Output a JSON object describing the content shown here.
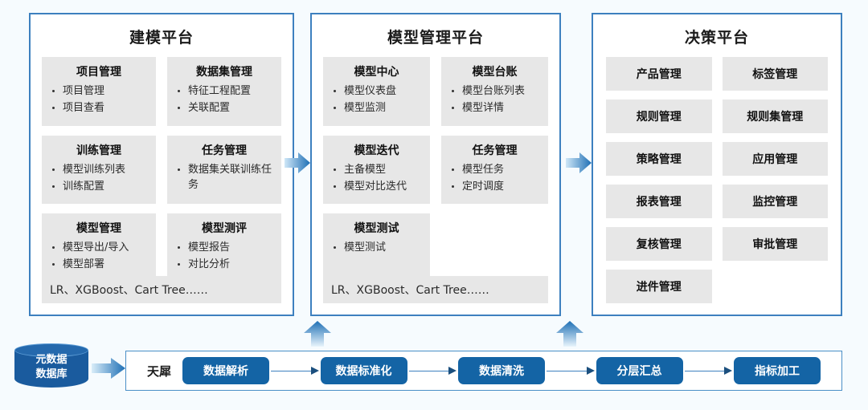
{
  "panels": [
    {
      "id": "modeling",
      "title": "建模平台",
      "modules": [
        {
          "head": "项目管理",
          "items": [
            "项目管理",
            "项目查看"
          ]
        },
        {
          "head": "数据集管理",
          "items": [
            "特征工程配置",
            "关联配置"
          ]
        },
        {
          "head": "训练管理",
          "items": [
            "模型训练列表",
            "训练配置"
          ]
        },
        {
          "head": "任务管理",
          "items": [
            "数据集关联训练任务"
          ]
        },
        {
          "head": "模型管理",
          "items": [
            "模型导出/导入",
            "模型部署"
          ]
        },
        {
          "head": "模型测评",
          "items": [
            "模型报告",
            "对比分析"
          ]
        }
      ],
      "algo_bar": "LR、XGBoost、Cart Tree……"
    },
    {
      "id": "model-management",
      "title": "模型管理平台",
      "modules": [
        {
          "head": "模型中心",
          "items": [
            "模型仪表盘",
            "模型监测"
          ]
        },
        {
          "head": "模型台账",
          "items": [
            "模型台账列表",
            "模型详情"
          ]
        },
        {
          "head": "模型迭代",
          "items": [
            "主备模型",
            "模型对比迭代"
          ]
        },
        {
          "head": "任务管理",
          "items": [
            "模型任务",
            "定时调度"
          ]
        },
        {
          "head": "模型测试",
          "items": [
            "模型测试"
          ]
        }
      ],
      "algo_bar": "LR、XGBoost、Cart Tree……"
    },
    {
      "id": "decision",
      "title": "决策平台",
      "tiles": [
        "产品管理",
        "标签管理",
        "规则管理",
        "规则集管理",
        "策略管理",
        "应用管理",
        "报表管理",
        "监控管理",
        "复核管理",
        "审批管理",
        "进件管理"
      ]
    }
  ],
  "database": {
    "line1": "元数据",
    "line2": "数据库"
  },
  "pipeline": {
    "label": "天犀",
    "steps": [
      "数据解析",
      "数据标准化",
      "数据清洗",
      "分层汇总",
      "指标加工"
    ]
  },
  "colors": {
    "panel_border": "#3d80bf",
    "card_bg": "#e7e7e7",
    "pipe_step_bg": "#1464a5",
    "db_bg": "#1a5b9e",
    "page_bg": "#f6fbfe"
  }
}
